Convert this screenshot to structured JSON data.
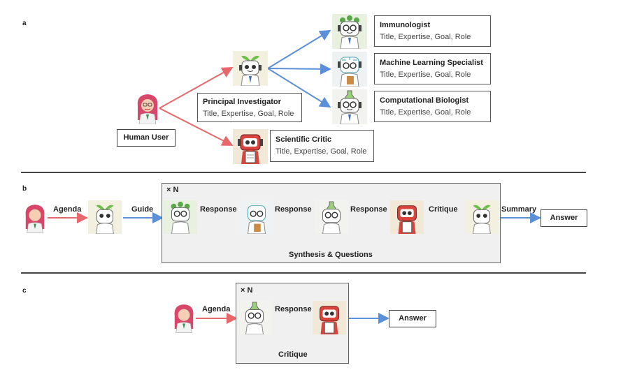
{
  "panels": {
    "a": {
      "letter": "a",
      "human_label": "Human User",
      "agents": [
        {
          "title": "Principal Investigator",
          "desc": "Title, Expertise, Goal, Role"
        },
        {
          "title": "Scientific Critic",
          "desc": "Title, Expertise, Goal, Role"
        },
        {
          "title": "Immunologist",
          "desc": "Title, Expertise, Goal, Role"
        },
        {
          "title": "Machine Learning Specialist",
          "desc": "Title, Expertise, Goal, Role"
        },
        {
          "title": "Computational Biologist",
          "desc": "Title, Expertise, Goal, Role"
        }
      ]
    },
    "b": {
      "letter": "b",
      "repeat": "× N",
      "edges": [
        "Agenda",
        "Guide",
        "Response",
        "Response",
        "Response",
        "Critique",
        "Summary"
      ],
      "loop_label": "Synthesis & Questions",
      "answer": "Answer"
    },
    "c": {
      "letter": "c",
      "repeat": "× N",
      "edges": [
        "Agenda",
        "Response"
      ],
      "loop_label": "Critique",
      "answer": "Answer"
    }
  },
  "colors": {
    "human_arrow": "#e8676b",
    "agent_arrow": "#5b8fd9",
    "pi_tint": "#f4f0e0",
    "critic": "#d9443c",
    "immunologist": "#e8f0df"
  },
  "icons": [
    "human-user-icon",
    "principal-investigator-robot-icon",
    "scientific-critic-robot-icon",
    "immunologist-robot-icon",
    "ml-specialist-robot-icon",
    "computational-biologist-robot-icon"
  ]
}
